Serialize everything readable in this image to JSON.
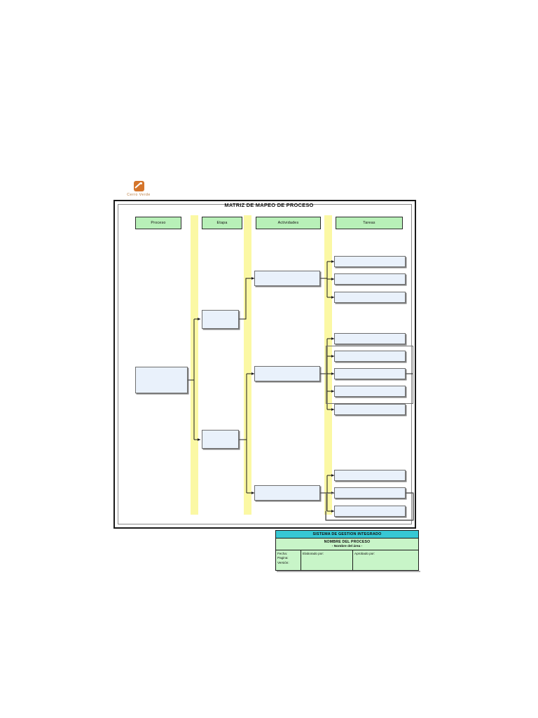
{
  "logo": {
    "name": "Cerro Verde",
    "mark": "orange-square-icon",
    "color": "#d4752c"
  },
  "diagram": {
    "title": "MATRIZ DE MAPEO DE PROCESO",
    "colors": {
      "band": "#fbf8a4",
      "header": "#b8f0b8",
      "node_fill": "#e9f1fb",
      "node_border": "#6e6e6e",
      "frame_border": "#1a1a1a"
    },
    "columns": [
      {
        "label": "Proceso"
      },
      {
        "label": "Etapa"
      },
      {
        "label": "Actividades"
      },
      {
        "label": "Tareas"
      }
    ],
    "nodes": {
      "proceso": [
        {
          "label": ""
        }
      ],
      "etapa": [
        {
          "label": ""
        },
        {
          "label": ""
        }
      ],
      "actividades": [
        {
          "label": ""
        },
        {
          "label": ""
        },
        {
          "label": ""
        }
      ],
      "tareas_group_1": [
        {
          "label": ""
        },
        {
          "label": ""
        },
        {
          "label": ""
        }
      ],
      "tareas_group_2": [
        {
          "label": ""
        },
        {
          "label": ""
        },
        {
          "label": ""
        },
        {
          "label": ""
        },
        {
          "label": ""
        }
      ],
      "tareas_group_3": [
        {
          "label": ""
        },
        {
          "label": ""
        },
        {
          "label": ""
        }
      ]
    }
  },
  "legend": {
    "system": "SISTEMA DE GESTION INTEGRADO",
    "process_name": "NOMBRE DEL PROCESO",
    "area_name": "- Nombre del área -",
    "fields": {
      "fecha": "Fecha:",
      "pagina": "Pagina:",
      "version": "Versión:",
      "elaborado": "Elaborado por:",
      "aprobado": "Aprobado por:"
    },
    "colors": {
      "system_bg": "#37c8d4",
      "body_bg": "#c8f5c8"
    }
  }
}
